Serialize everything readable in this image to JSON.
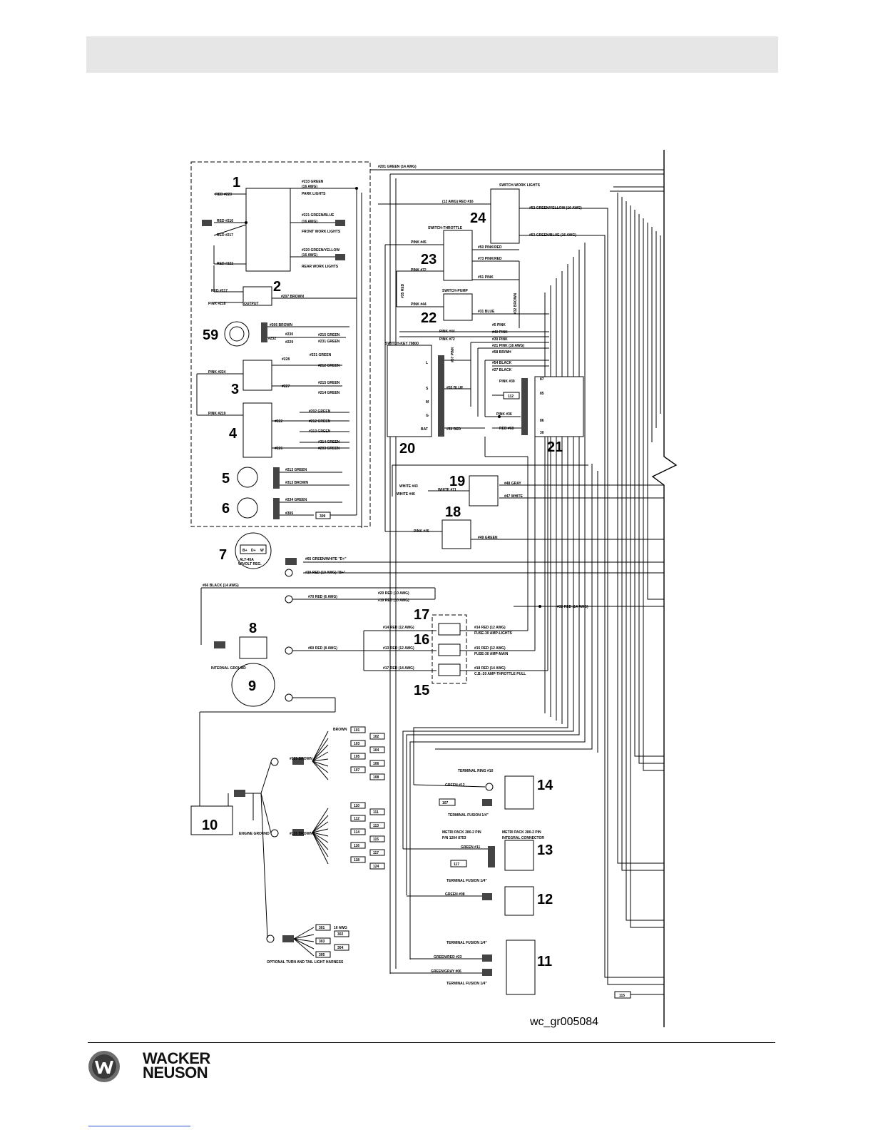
{
  "header": {
    "title": ""
  },
  "diagram": {
    "watermark": "wc_gr005084",
    "components": {
      "c1": "1",
      "c2": "2",
      "c3": "3",
      "c4": "4",
      "c5": "5",
      "c6": "6",
      "c7": "7",
      "c8": "8",
      "c9": "9",
      "c10": "10",
      "c11": "11",
      "c12": "12",
      "c13": "13",
      "c14": "14",
      "c15": "15",
      "c16": "16",
      "c17": "17",
      "c18": "18",
      "c19": "19",
      "c20": "20",
      "c21": "21",
      "c22": "22",
      "c23": "23",
      "c24": "24",
      "c59": "59"
    },
    "labels": {
      "top_wire": "#201 GREEN (14 AWG)",
      "l233": "#233 GREEN",
      "l233b": "(16 AWG)",
      "park": "PARK LIGHTS",
      "red223": "RED #223",
      "red216": "RED #216",
      "red217a": "RED #217",
      "red222": "RED #222",
      "l221": "#221 GREEN/BLUE",
      "l221b": "(16 AWG)",
      "front": "FRONT WORK LIGHTS",
      "l220": "#220 GREEN/YELLOW",
      "l220b": "(16 AWG)",
      "rear": "REAR WORK LIGHTS",
      "red217b": "RED #217",
      "pink218": "PINK #218",
      "brown207": "#207 BROWN",
      "output": "OUTPUT",
      "brown206": "#206 BROWN",
      "l230": "#230",
      "l232": "#232",
      "l229": "#229",
      "g215a": "#215 GREEN",
      "g231a": "#231 GREEN",
      "l228": "#228",
      "g231b": "#231 GREEN",
      "g212a": "#212 GREEN",
      "pink224": "PINK #224",
      "l227": "#227",
      "g215b": "#215 GREEN",
      "g214a": "#214 GREEN",
      "pink219": "PINK #219",
      "g202": "#202 GREEN",
      "l222": "#222",
      "g212b": "#212 GREEN",
      "g213a": "#213 GREEN",
      "l226": "#226",
      "g214b": "#214 GREEN",
      "g203": "#203 GREEN",
      "g213b": "#213 GREEN",
      "b313": "#313 BROWN",
      "g234": "#234 GREEN",
      "l305": "#305",
      "t309": "309",
      "alt": "ALT-45A",
      "wvolt": "W/VOLT REG.",
      "b_plus": "B+",
      "dplus": "D+",
      "wterm": "W",
      "g65": "#65 GREEN/WHITE \"D+\"",
      "r20": "#20 RED (10 AWG) \"B+\"",
      "black66": "#66 BLACK (14 AWG)",
      "r70": "#70 RED (6 AWG)",
      "r20b": "#20 RED (10 AWG)",
      "r19": "#19 RED (10 AWG)",
      "int_ground": "INTERNAL GROUND",
      "r60": "#60 RED (8 AWG)",
      "r14": "#14 RED (12 AWG)",
      "r13": "#13 RED (12 AWG)",
      "r17": "#17 RED (14 AWG)",
      "f14": "#14 RED (12 AWG)",
      "f14b": "FUSE-30 AMP-LIGHTS",
      "f15": "#15 RED (12 AWG)",
      "f15b": "FUSE-30 AMP-MAIN",
      "f18": "#18 RED (14 AWG)",
      "f18b": "C.B.-20 AMP-THROTTLE PULL",
      "r32": "#32 RED (14 AWG)",
      "sw_work": "SWITCH-WORK LIGHTS",
      "r16": "(12 AWG) RED #16",
      "gy52": "#52 GREEN/YELLOW (16 AWG)",
      "gb53": "#53 GREEN/BLUE (16 AWG)",
      "sw_thr": "SWITCH-THROTTLE",
      "pink45a": "PINK #45",
      "pr50": "#50 PINK/RED",
      "pr73": "#73 PINK/RED",
      "pink72": "PINK #72",
      "pink51": "#51 PINK",
      "red35": "#35 RED",
      "brown32": "#32 BROWN",
      "sw_pump": "SWITCH-PUMP",
      "pink44": "PINK #44",
      "blue31": "#31 BLUE",
      "pink44b": "PINK #44",
      "pink72b": "PINK #72",
      "p5": "#5 PINK",
      "p40": "#40 PINK",
      "p30": "#30 PINK",
      "p21": "#21 PINK (16 AWG)",
      "bw58": "#58 BR/WH",
      "bk54": "#54 BLACK",
      "bk27": "#27 BLACK",
      "sw_key": "SWITCH-KEY 79800",
      "p57": "#57 PINK",
      "b55": "#55 BLUE",
      "r53": "#53 RED",
      "l": "L",
      "s": "S",
      "m": "M",
      "g": "G",
      "bat": "BAT",
      "p39": "PINK #39",
      "t112": "112",
      "p36": "PINK #36",
      "r68": "RED #68",
      "t87": "87",
      "t85": "85",
      "t86": "86",
      "t30": "30",
      "white43": "WHITE #43",
      "white46": "WHITE #46",
      "white71": "WHITE #71",
      "gray48": "#48 GRAY",
      "white47": "#47 WHITE",
      "pink45b": "PINK #45",
      "g49": "#49 GREEN",
      "b125": "#125 BROWN",
      "b126": "#126 BROWN",
      "brown": "BROWN",
      "t101": "101",
      "t102": "102",
      "t103": "103",
      "t104": "104",
      "t105": "105",
      "t106": "106",
      "t107": "107",
      "t108": "108",
      "t110": "110",
      "t111": "111",
      "t112b": "112",
      "t113": "113",
      "t114": "114",
      "t115": "115",
      "t116": "116",
      "t117": "117",
      "t118": "118",
      "t124": "124",
      "eng_ground": "ENGINE GROUND",
      "t301": "301",
      "t302": "302",
      "t303": "303",
      "t304": "304",
      "t305": "305",
      "awg16": "16 AWG",
      "optional": "OPTIONAL TURN AND TAIL LIGHT HARNESS",
      "term_ring": "TERMINAL RING #10",
      "g12": "GREEN #12",
      "t107b": "107",
      "term_fusion1": "TERMINAL FUSION 1/4\"",
      "metri1": "METRI PACK 280-2 PIN",
      "pn": "P/N 1204 8753",
      "metri2": "METRI PACK 280-2 PIN",
      "integral": "INTEGRAL CONNECTOR",
      "g11": "GREEN #11",
      "t117b": "117",
      "term_fusion2": "TERMINAL FUSION 1/4\"",
      "g08": "GREEN #08",
      "term_fusion3": "TERMINAL FUSION 1/4\"",
      "gr23": "GREEN/RED #23",
      "gg06": "GREEN/GRAY #06",
      "term_fusion4": "TERMINAL FUSION 1/4\"",
      "t115b": "115"
    }
  },
  "footer": {
    "brand_line1": "WACKER",
    "brand_line2": "NEUSON"
  }
}
